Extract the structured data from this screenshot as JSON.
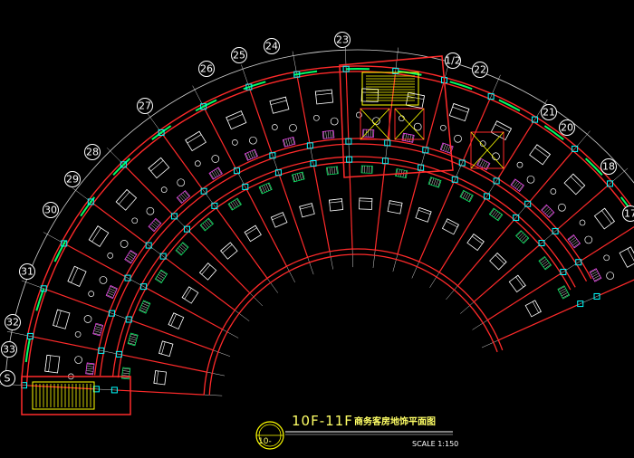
{
  "drawing": {
    "title_main": "10F-11F",
    "title_sub": "商务客房地饰平面图",
    "scale": "SCALE 1:150",
    "sheet_tag": "10-"
  },
  "axis_markers": [
    {
      "label": "23"
    },
    {
      "label": "24"
    },
    {
      "label": "25"
    },
    {
      "label": "26"
    },
    {
      "label": "27"
    },
    {
      "label": "28"
    },
    {
      "label": "29"
    },
    {
      "label": "30"
    },
    {
      "label": "31"
    },
    {
      "label": "32"
    },
    {
      "label": "33"
    },
    {
      "label": "S"
    },
    {
      "label": "1/2"
    },
    {
      "label": "22"
    },
    {
      "label": "21"
    },
    {
      "label": "20"
    },
    {
      "label": "18"
    },
    {
      "label": "17"
    }
  ],
  "colors": {
    "background": "#000000",
    "wall": "#ff2a2a",
    "furniture": "#ffffff",
    "dimension": "#d0d0d0",
    "column": "#00ffff",
    "window": "#00ff66",
    "stair": "#ffff00",
    "title": "#ffff66",
    "fixture": "#ff44ff"
  }
}
